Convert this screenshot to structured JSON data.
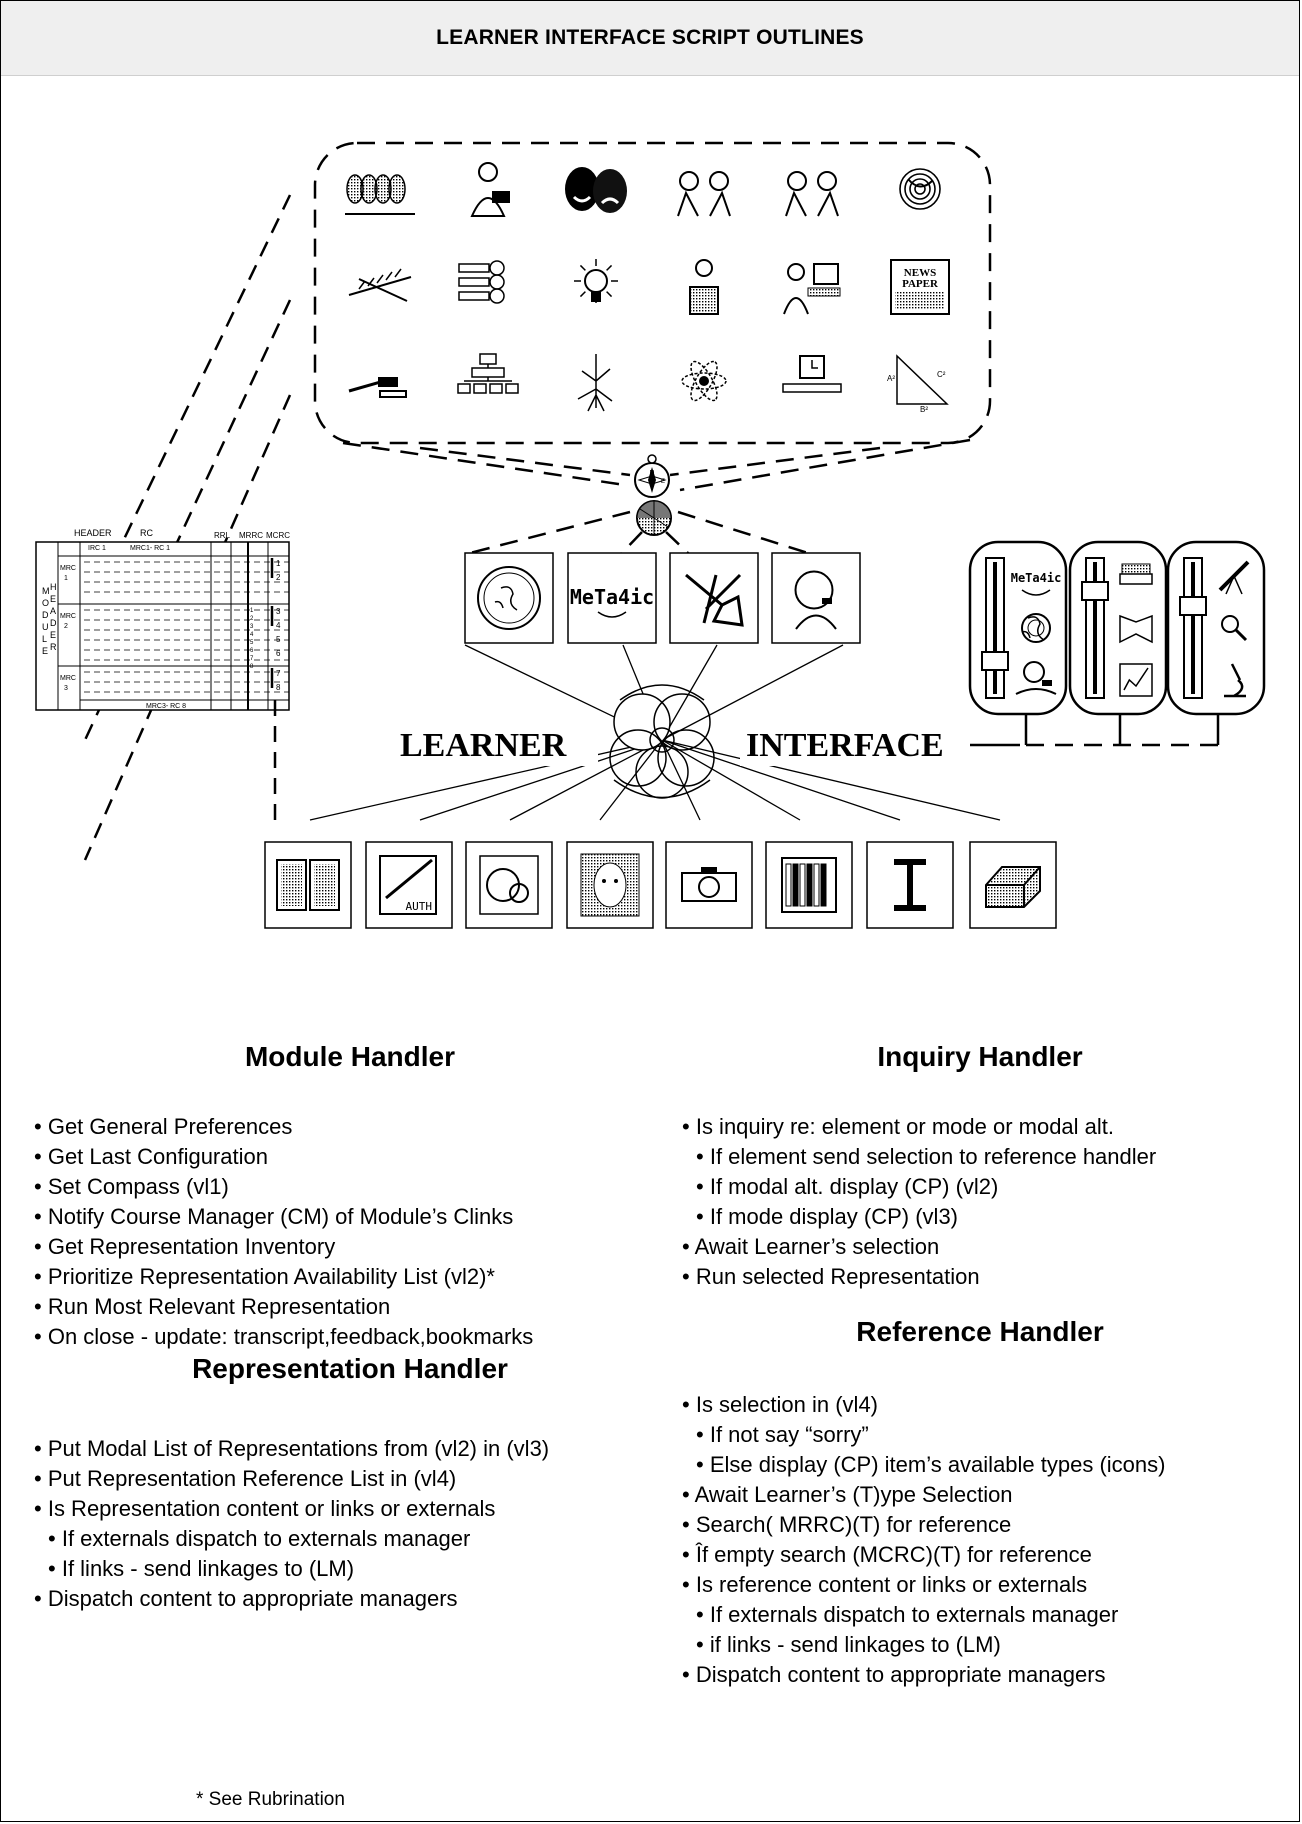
{
  "header": {
    "title": "LEARNER INTERFACE SCRIPT OUTLINES"
  },
  "diagram": {
    "center_left_label": "LEARNER",
    "center_right_label": "INTERFACE",
    "module_table": {
      "header_label": "HEADER",
      "rc_label": "RC",
      "col_irc": "IRC 1",
      "col_mrc1": "MRC1- RC 1",
      "col_rrl": "RRL",
      "col_mrrc": "MRRC",
      "col_mcrc": "MCRC",
      "side_label": "M H O E D A U D L E E R",
      "rows": [
        {
          "label": "MRC 1",
          "nums": [
            "1",
            "2"
          ]
        },
        {
          "label": "MRC 2",
          "nums": [
            "3",
            "4",
            "5",
            "6"
          ]
        },
        {
          "label": "MRC 3",
          "nums": [
            "7",
            "8"
          ]
        }
      ],
      "footer_label": "MRC3- RC 8",
      "mid_nums": "1 2 3 4 5 6 7 8"
    },
    "top_icons": [
      "mount-rushmore-icon",
      "reader-icon",
      "theater-masks-icon",
      "debate-icon",
      "discussion-icon",
      "rose-icon",
      "branch-icon",
      "keys-icon",
      "lightbulb-icon",
      "speaker-podium-icon",
      "computer-user-icon",
      "newspaper-icon",
      "gavel-icon",
      "org-chart-icon",
      "plant-roots-icon",
      "atom-icon",
      "clock-ruler-icon",
      "triangle-icon"
    ],
    "newspaper_text": "NEWS PAPER",
    "middle_icons": [
      "globe-icon",
      "meta4ic-logo-icon",
      "arrows-icon",
      "professor-icon"
    ],
    "meta4ic_text": "MeTa4ic",
    "bottom_icons": [
      "open-book-icon",
      "author-scroll-icon",
      "detective-icon",
      "portrait-icon",
      "camera-icon",
      "bookshelf-icon",
      "i-beam-icon",
      "closed-book-icon"
    ],
    "auth_text": "AUTH",
    "right_panel_icons": [
      [
        "meta4ic-small-icon",
        "globe-small-icon",
        "professor-small-icon"
      ],
      [
        "books-icon",
        "open-papers-icon",
        "chart-icon"
      ],
      [
        "telescope-icon",
        "magnifier-icon",
        "microscope-icon"
      ]
    ],
    "triangle_labels": {
      "a": "A²",
      "b": "B²",
      "c": "C²"
    }
  },
  "module_handler": {
    "title": "Module Handler",
    "items": [
      "Get General Preferences",
      "Get Last Configuration",
      "Set Compass (vl1)",
      "Notify Course Manager (CM) of Module’s Clinks",
      "Get Representation Inventory",
      "Prioritize Representation Availability List (vl2)*",
      "Run Most Relevant Representation",
      "On close - update: transcript,feedback,bookmarks"
    ]
  },
  "representation_handler": {
    "title": "Representation Handler",
    "item1": "Put  Modal List of Representations from (vl2) in (vl3)",
    "item2": "Put Representation Reference List in (vl4)",
    "item3": "Is  Representation content or links or externals",
    "item4": "If externals dispatch to externals manager",
    "item5": "If links - send linkages to (LM)",
    "item6": "Dispatch content to appropriate managers"
  },
  "inquiry_handler": {
    "title": "Inquiry Handler",
    "item1": "Is inquiry re: element or mode or modal alt.",
    "item2": "If element send selection to reference handler",
    "item3": "If modal alt. display (CP) (vl2)",
    "item4": "If mode display (CP) (vl3)",
    "item5": "Await Learner’s selection",
    "item6": "Run selected Representation"
  },
  "reference_handler": {
    "title": "Reference Handler",
    "item1": "Is selection in (vl4)",
    "item2": "If not say “sorry”",
    "item3": "Else display (CP) item’s available types (icons)",
    "item4": "Await Learner’s (T)ype Selection",
    "item5": "Search( MRRC)(T) for reference",
    "item6": "Îf empty search (MCRC)(T) for reference",
    "item7": "Is reference content or links or externals",
    "item8": "If externals dispatch to externals manager",
    "item9": "if links - send linkages to (LM)",
    "item10": "Dispatch content to appropriate managers"
  },
  "footnote": "* See Rubrination"
}
